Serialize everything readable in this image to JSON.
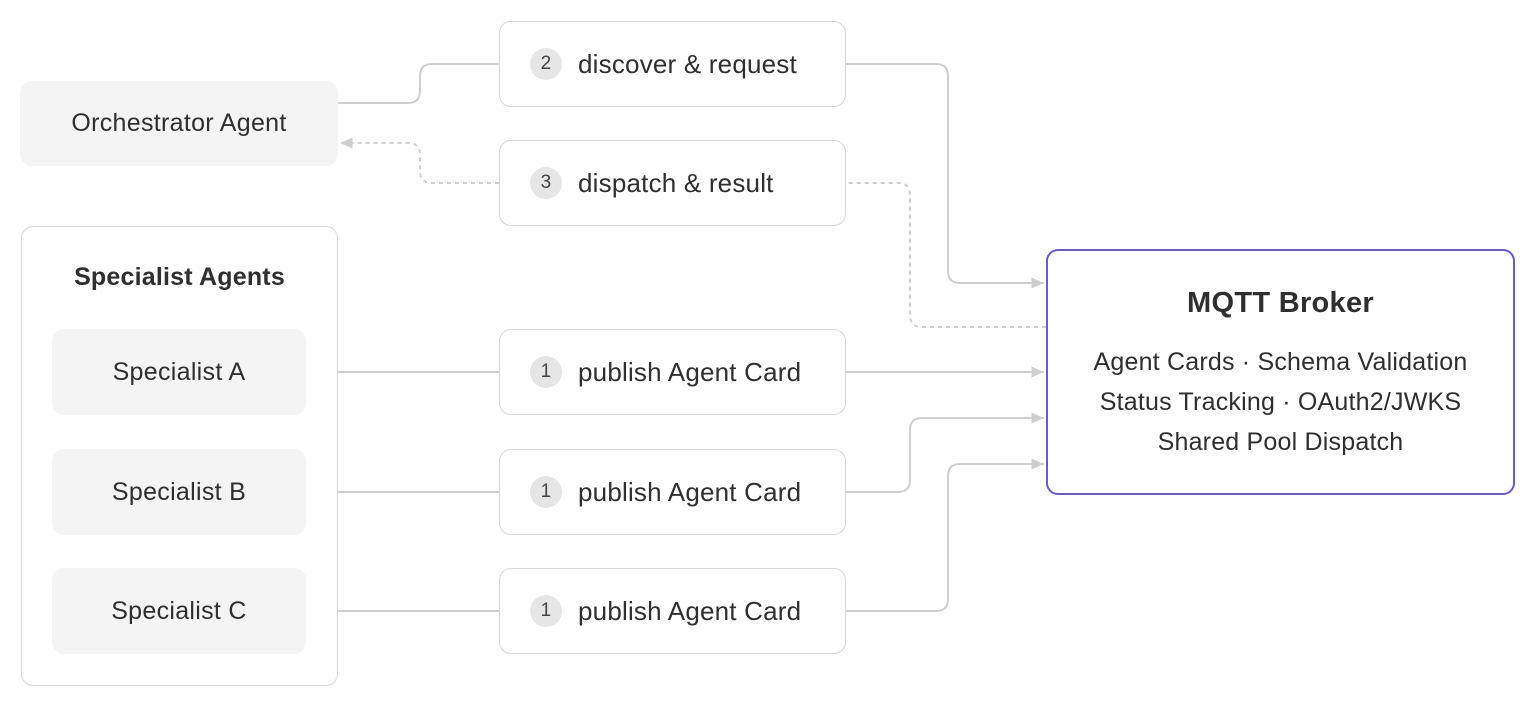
{
  "orchestrator": {
    "label": "Orchestrator Agent"
  },
  "specialists": {
    "title": "Specialist Agents",
    "items": [
      {
        "label": "Specialist A"
      },
      {
        "label": "Specialist B"
      },
      {
        "label": "Specialist C"
      }
    ]
  },
  "steps": {
    "discover": {
      "num": "2",
      "label": "discover & request"
    },
    "dispatch": {
      "num": "3",
      "label": "dispatch & result"
    },
    "publish_a": {
      "num": "1",
      "label": "publish Agent Card"
    },
    "publish_b": {
      "num": "1",
      "label": "publish Agent Card"
    },
    "publish_c": {
      "num": "1",
      "label": "publish Agent Card"
    }
  },
  "broker": {
    "title": "MQTT Broker",
    "lines": [
      "Agent Cards · Schema Validation",
      "Status Tracking · OAuth2/JWKS",
      "Shared Pool Dispatch"
    ]
  },
  "colors": {
    "connector": "#cfcfcf",
    "broker_border": "#6a5acd",
    "node_fill": "#f4f4f4"
  }
}
